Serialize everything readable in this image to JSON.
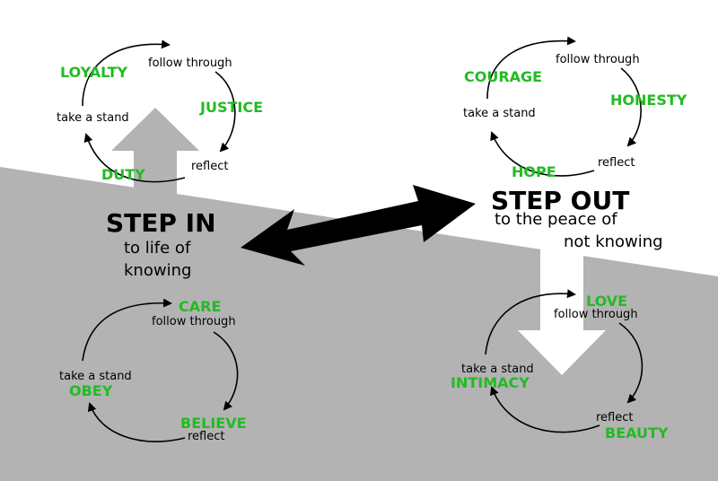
{
  "colors": {
    "background": "#b3b3b3",
    "value_text": "#22bb22",
    "arrow_light": "#b3b3b3",
    "arrow_white": "#ffffff",
    "dark_arrow": "#000000"
  },
  "step_in": {
    "title": "STEP IN",
    "line1": "to life of",
    "line2": "knowing"
  },
  "step_out": {
    "title": "STEP OUT",
    "line1": "to the peace of",
    "line2": "not knowing"
  },
  "cycle_steps": {
    "take_a_stand": "take a stand",
    "follow_through": "follow through",
    "reflect": "reflect"
  },
  "cycles": {
    "top_left": {
      "values": [
        "LOYALTY",
        "JUSTICE",
        "DUTY"
      ]
    },
    "top_right": {
      "values": [
        "COURAGE",
        "HONESTY",
        "HOPE"
      ]
    },
    "bottom_left": {
      "values": [
        "CARE",
        "BELIEVE",
        "OBEY"
      ]
    },
    "bottom_right": {
      "values": [
        "LOVE",
        "BEAUTY",
        "INTIMACY"
      ]
    }
  }
}
